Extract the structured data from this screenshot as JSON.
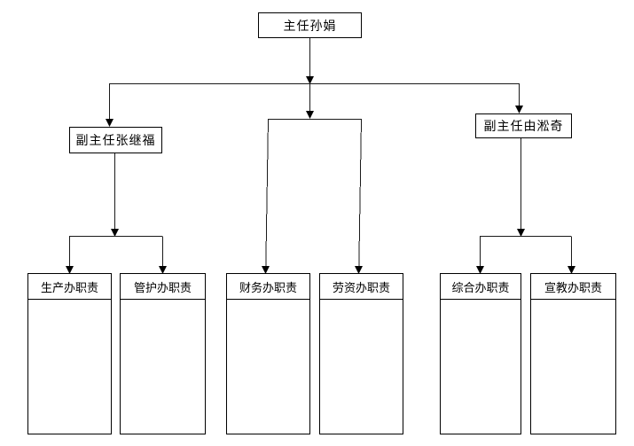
{
  "page": {
    "background_color": "#ffffff",
    "line_color": "#000000",
    "box_border_color": "#000000"
  },
  "org_chart": {
    "root": {
      "id": "director",
      "label": "主任孙娟"
    },
    "deputies": [
      {
        "id": "deputy_zhang",
        "label": "副主任张继福"
      },
      {
        "id": "deputy_you",
        "label": "副主任由淞奇"
      }
    ],
    "departments": [
      {
        "id": "production",
        "label": "生产办职责"
      },
      {
        "id": "management",
        "label": "管护办职责"
      },
      {
        "id": "finance",
        "label": "财务办职责"
      },
      {
        "id": "labor",
        "label": "劳资办职责"
      },
      {
        "id": "general",
        "label": "综合办职责"
      },
      {
        "id": "education",
        "label": "宣教办职责"
      }
    ],
    "edges": [
      [
        "director",
        "deputy_zhang"
      ],
      [
        "director",
        "finance"
      ],
      [
        "director",
        "labor"
      ],
      [
        "director",
        "deputy_you"
      ],
      [
        "deputy_zhang",
        "production"
      ],
      [
        "deputy_zhang",
        "management"
      ],
      [
        "deputy_you",
        "general"
      ],
      [
        "deputy_you",
        "education"
      ]
    ]
  }
}
